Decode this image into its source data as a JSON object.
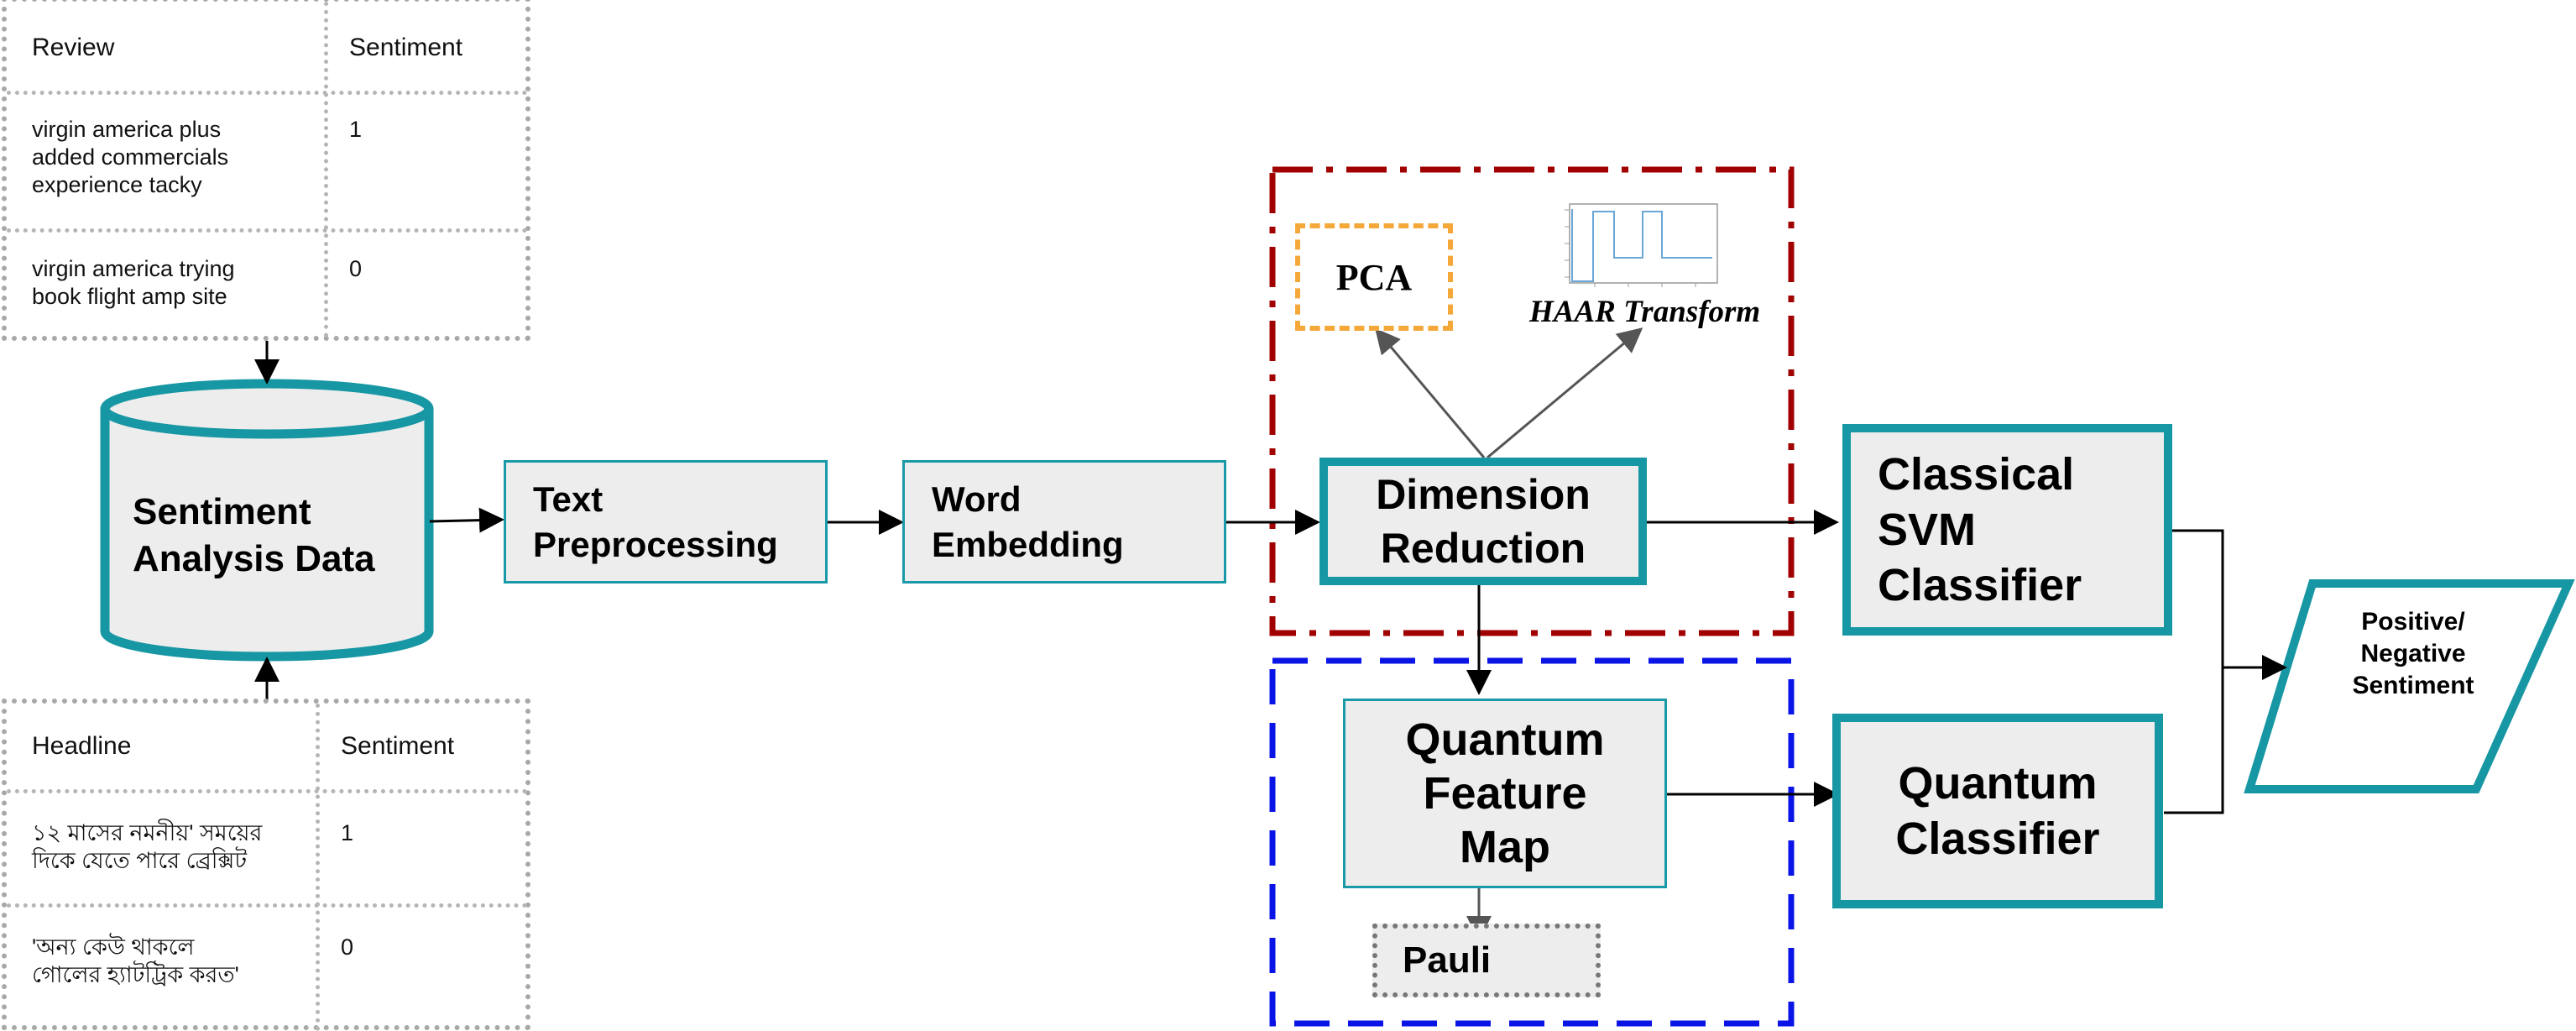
{
  "review_table": {
    "headers": [
      "Review",
      "Sentiment"
    ],
    "rows": [
      {
        "text": "virgin america plus\nadded commercials\nexperience tacky",
        "sentiment": "1"
      },
      {
        "text": "virgin america trying\nbook flight amp site",
        "sentiment": "0"
      }
    ]
  },
  "headline_table": {
    "headers": [
      "Headline",
      "Sentiment"
    ],
    "rows": [
      {
        "text": "১২ মাসের নমনীয়' সময়ের\nদিকে যেতে পারে ব্রেক্সিট",
        "sentiment": "1"
      },
      {
        "text": "'অন্য কেউ থাকলে\nগোলের হ্যাটট্রিক করত'",
        "sentiment": "0"
      }
    ]
  },
  "nodes": {
    "database": "Sentiment\nAnalysis Data",
    "text_preprocessing": "Text\nPreprocessing",
    "word_embedding": "Word\nEmbedding",
    "dimension_reduction": "Dimension\nReduction",
    "pca": "PCA",
    "haar": "HAAR Transform",
    "classical_svm": "Classical\nSVM\nClassifier",
    "quantum_feature_map": "Quantum\nFeature\nMap",
    "pauli": "Pauli",
    "quantum_classifier": "Quantum\nClassifier",
    "output": "Positive/\nNegative\nSentiment"
  },
  "colors": {
    "teal": "#1797a3",
    "dim_reduction_region": "#a00000",
    "quantum_region": "#0a14e6",
    "pca_border": "#f5a83a",
    "arrow": "#000000",
    "branch_arrow": "#555555"
  }
}
